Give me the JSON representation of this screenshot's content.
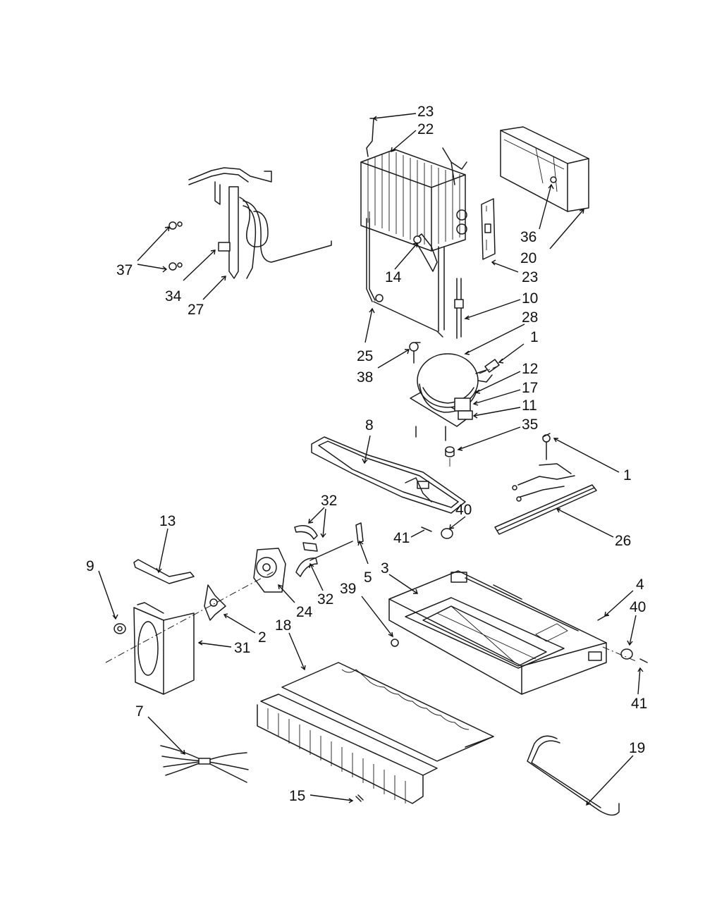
{
  "callouts": {
    "c23a": "23",
    "c22": "22",
    "c37": "37",
    "c34": "34",
    "c27": "27",
    "c36": "36",
    "c20": "20",
    "c14": "14",
    "c23b": "23",
    "c10": "10",
    "c28": "28",
    "c25": "25",
    "c38": "38",
    "c1a": "1",
    "c12": "12",
    "c17": "17",
    "c11": "11",
    "c8": "8",
    "c35": "35",
    "c1b": "1",
    "c32a": "32",
    "c40a": "40",
    "c13": "13",
    "c26": "26",
    "c9": "9",
    "c41a": "41",
    "c5": "5",
    "c3": "3",
    "c4": "4",
    "c39": "39",
    "c40b": "40",
    "c32b": "32",
    "c24": "24",
    "c2": "2",
    "c18": "18",
    "c31": "31",
    "c41b": "41",
    "c7": "7",
    "c19": "19",
    "c15": "15"
  }
}
